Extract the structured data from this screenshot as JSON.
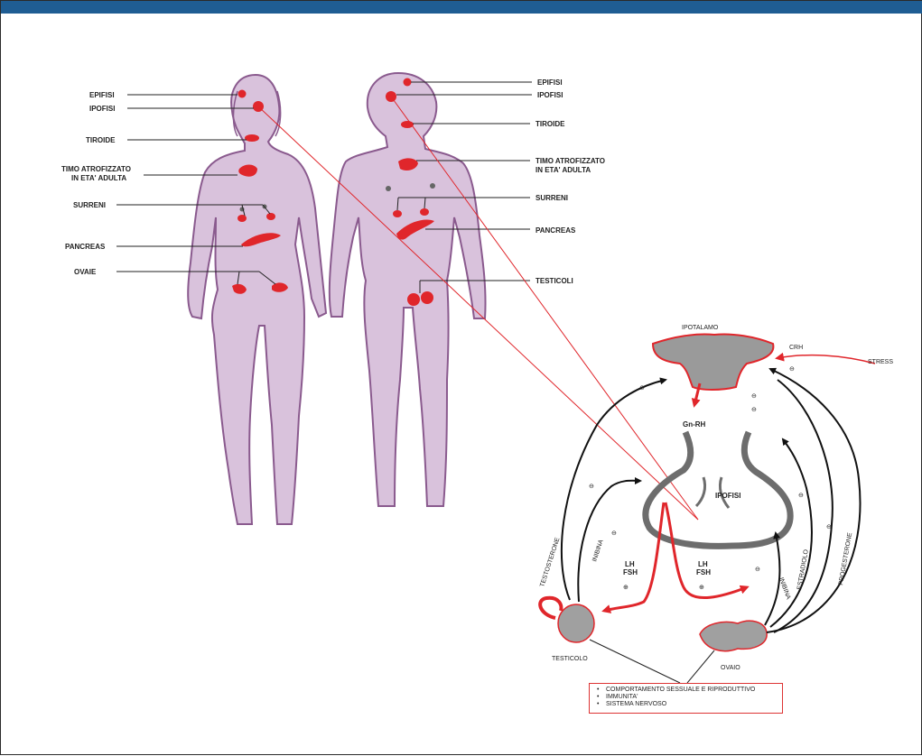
{
  "female_labels": {
    "epifisi": "EPIFISI",
    "ipofisi": "IPOFISI",
    "tiroide": "TIROIDE",
    "timo_line1": "TIMO ATROFIZZATO",
    "timo_line2": "IN ETA' ADULTA",
    "surreni": "SURRENI",
    "pancreas": "PANCREAS",
    "ovaie": "OVAIE"
  },
  "male_labels": {
    "epifisi": "EPIFISI",
    "ipofisi": "IPOFISI",
    "tiroide": "TIROIDE",
    "timo_line1": "TIMO ATROFIZZATO",
    "timo_line2": "IN ETA' ADULTA",
    "surreni": "SURRENI",
    "pancreas": "PANCREAS",
    "testicoli": "TESTICOLI"
  },
  "axis": {
    "ipotalamo": "IPOTALAMO",
    "crh": "CRH",
    "stress": "STRESS",
    "gnrh": "Gn-RH",
    "ipofisi": "IPOFISI",
    "lh_left": "LH",
    "fsh_left": "FSH",
    "lh_right": "LH",
    "fsh_right": "FSH",
    "testosterone": "TESTOSTERONE",
    "inibina_left": "INIBINA",
    "inibina_right": "INIBINA",
    "estradiolo": "ESTRADIOLO",
    "progesterone": "PROGESTERONE",
    "testicolo": "TESTICOLO",
    "ovaio": "OVAIO",
    "minus": "⊖",
    "plus": "⊕"
  },
  "effects": [
    "COMPORTAMENTO SESSUALE E RIPRODUTTIVO",
    "IMMUNITA'",
    "SISTEMA NERVOSO"
  ],
  "colors": {
    "header": "#1f5d93",
    "body_fill": "#d9c2dc",
    "body_stroke": "#8a5a8e",
    "gland": "#e0262b",
    "connector": "#e0262b",
    "organ_fill": "#9a9a9a"
  }
}
